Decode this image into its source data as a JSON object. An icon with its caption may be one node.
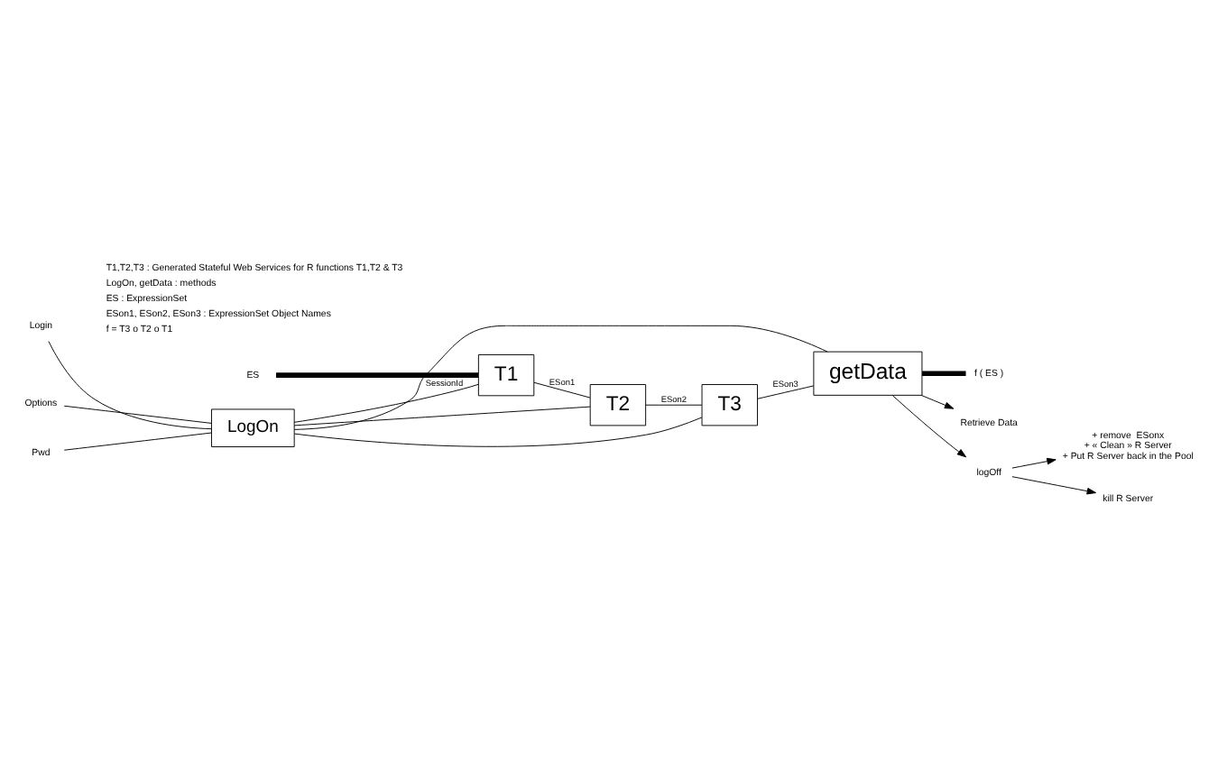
{
  "diagram": {
    "nodes": [
      {
        "text": [
          "Login"
        ]
      },
      {
        "text": [
          "Pwd"
        ]
      },
      {
        "text": [
          "Options"
        ]
      },
      {
        "text": [
          "LogOn"
        ]
      },
      {
        "text": [
          "ES"
        ]
      },
      {
        "text": [
          "T1"
        ]
      },
      {
        "text": [
          "T2"
        ]
      },
      {
        "text": [
          "T3"
        ]
      },
      {
        "text": [
          "getData"
        ]
      },
      {
        "text": [
          "f ( ES )"
        ]
      },
      {
        "text": [
          "Retrieve Data"
        ]
      },
      {
        "text": [
          "logOff"
        ]
      },
      {
        "text": [
          "+ remove  ESonx",
          "+ « Clean » R Server",
          "+ Put R Server back in the Pool"
        ]
      },
      {
        "text": [
          "kill R Server"
        ]
      }
    ],
    "edges": [
      {
        "from": 0,
        "to": 3,
        "arrow": "none"
      },
      {
        "from": 1,
        "to": 3,
        "arrow": "none"
      },
      {
        "from": 2,
        "to": 3,
        "arrow": "none"
      },
      {
        "from": 3,
        "to": 5,
        "arrow": "none",
        "label": "SessionId"
      },
      {
        "from": 3,
        "to": 6,
        "arrow": "none"
      },
      {
        "from": 3,
        "to": 7,
        "arrow": "none"
      },
      {
        "from": 3,
        "to": 8,
        "arrow": "none"
      },
      {
        "from": 4,
        "to": 5,
        "arrow": "none",
        "style": "thick"
      },
      {
        "from": 5,
        "to": 6,
        "arrow": "none",
        "label": "ESon1"
      },
      {
        "from": 6,
        "to": 7,
        "arrow": "none",
        "label": "ESon2"
      },
      {
        "from": 7,
        "to": 8,
        "arrow": "none",
        "label": "ESon3"
      },
      {
        "from": 8,
        "to": 9,
        "arrow": "none",
        "style": "thick"
      },
      {
        "from": 8,
        "to": 10,
        "arrow": "to"
      },
      {
        "from": 8,
        "to": 11,
        "arrow": "to"
      },
      {
        "from": 11,
        "to": 12,
        "arrow": "to"
      },
      {
        "from": 11,
        "to": 13,
        "arrow": "to"
      }
    ],
    "labels": [
      "T1,T2,T3 : Generated Stateful Web Services for R functions T1,T2 & T3",
      "LogOn, getData : methods",
      "ES : ExpressionSet",
      "ESon1, ESon2, ESon3 : ExpressionSet Object Names",
      "f = T3 o T2 o T1"
    ]
  }
}
